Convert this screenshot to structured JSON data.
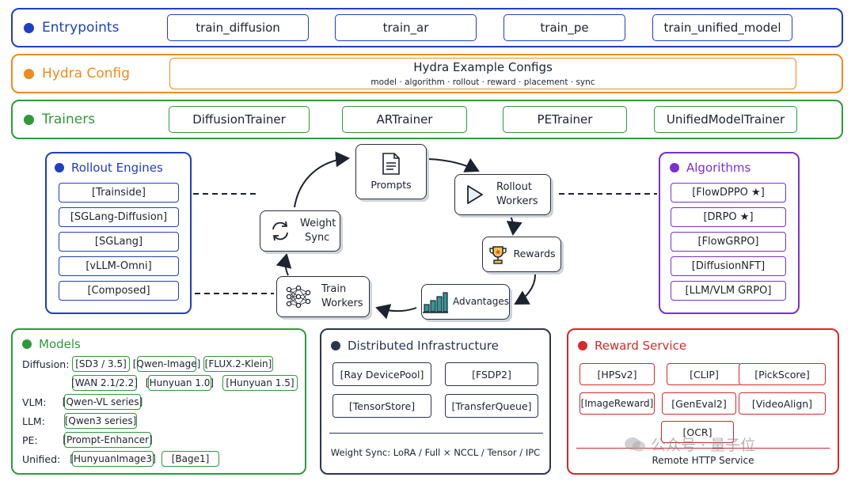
{
  "colors": {
    "blue": "#1f3fc2",
    "orange": "#f08a1c",
    "green": "#2e9a3a",
    "purple": "#7b2fd1",
    "navy": "#2c3550",
    "red": "#d42a2a"
  },
  "entrypoints": {
    "title": "Entrypoints",
    "items": [
      "train_diffusion",
      "train_ar",
      "train_pe",
      "train_unified_model"
    ]
  },
  "hydra": {
    "title": "Hydra Config",
    "box_title": "Hydra Example Configs",
    "box_subtitle": "model · algorithm · rollout · reward · placement · sync"
  },
  "trainers": {
    "title": "Trainers",
    "items": [
      "DiffusionTrainer",
      "ARTrainer",
      "PETrainer",
      "UnifiedModelTrainer"
    ]
  },
  "rollout_engines": {
    "title": "Rollout Engines",
    "items": [
      "[Trainside]",
      "[SGLang-Diffusion]",
      "[SGLang]",
      "[vLLM-Omni]",
      "[Composed]"
    ]
  },
  "algorithms": {
    "title": "Algorithms",
    "items": [
      "[FlowDPPO ★]",
      "[DRPO ★]",
      "[FlowGRPO]",
      "[DiffusionNFT]",
      "[LLM/VLM GRPO]"
    ]
  },
  "cycle": {
    "prompts": "Prompts",
    "rollout_workers": [
      "Rollout",
      "Workers"
    ],
    "rewards": "Rewards",
    "advantages": "Advantages",
    "train_workers": [
      "Train",
      "Workers"
    ],
    "weight_sync": [
      "Weight",
      "Sync"
    ],
    "icons": [
      "document-icon",
      "play-icon",
      "trophy-icon",
      "bar-chart-icon",
      "neural-net-icon",
      "sync-arrows-icon"
    ]
  },
  "models": {
    "title": "Models",
    "diffusion_label": "Diffusion:",
    "diffusion_items": [
      "[SD3 / 3.5]",
      "[Qwen-Image]",
      "[FLUX.2-Klein]",
      "[WAN 2.1/2.2]",
      "[Hunyuan 1.0]",
      "[Hunyuan 1.5]"
    ],
    "vlm_label": "VLM:",
    "vlm_items": [
      "[Qwen-VL series]"
    ],
    "llm_label": "LLM:",
    "llm_items": [
      "[Qwen3 series]"
    ],
    "pe_label": "PE:",
    "pe_items": [
      "[Prompt-Enhancer]"
    ],
    "unified_label": "Unified:",
    "unified_items": [
      "[HunyuanImage3]",
      "[Bage1]"
    ]
  },
  "distributed": {
    "title": "Distributed Infrastructure",
    "items": [
      "[Ray DevicePool]",
      "[FSDP2]",
      "[TensorStore]",
      "[TransferQueue]"
    ],
    "footer": "Weight Sync: LoRA / Full × NCCL / Tensor / IPC"
  },
  "reward_service": {
    "title": "Reward Service",
    "items": [
      "[HPSv2]",
      "[CLIP]",
      "[PickScore]",
      "[ImageReward]",
      "[GenEval2]",
      "[VideoAlign]",
      "[OCR]"
    ],
    "footer": "Remote HTTP Service"
  },
  "watermark": {
    "text": "公众号 · 量子位"
  }
}
